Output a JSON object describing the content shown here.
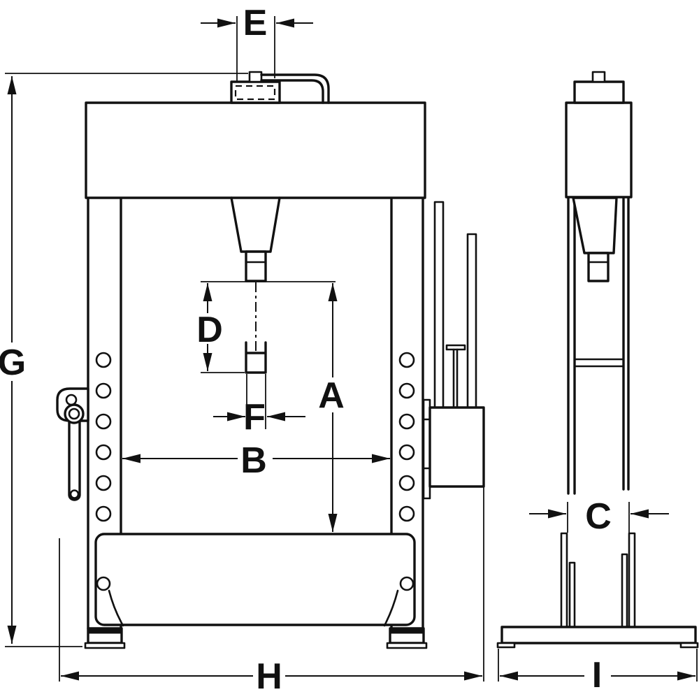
{
  "labels": {
    "A": "A",
    "B": "B",
    "C": "C",
    "D": "D",
    "E": "E",
    "F": "F",
    "G": "G",
    "H": "H",
    "I": "I"
  },
  "colors": {
    "line": "#111111",
    "background": "#ffffff"
  }
}
